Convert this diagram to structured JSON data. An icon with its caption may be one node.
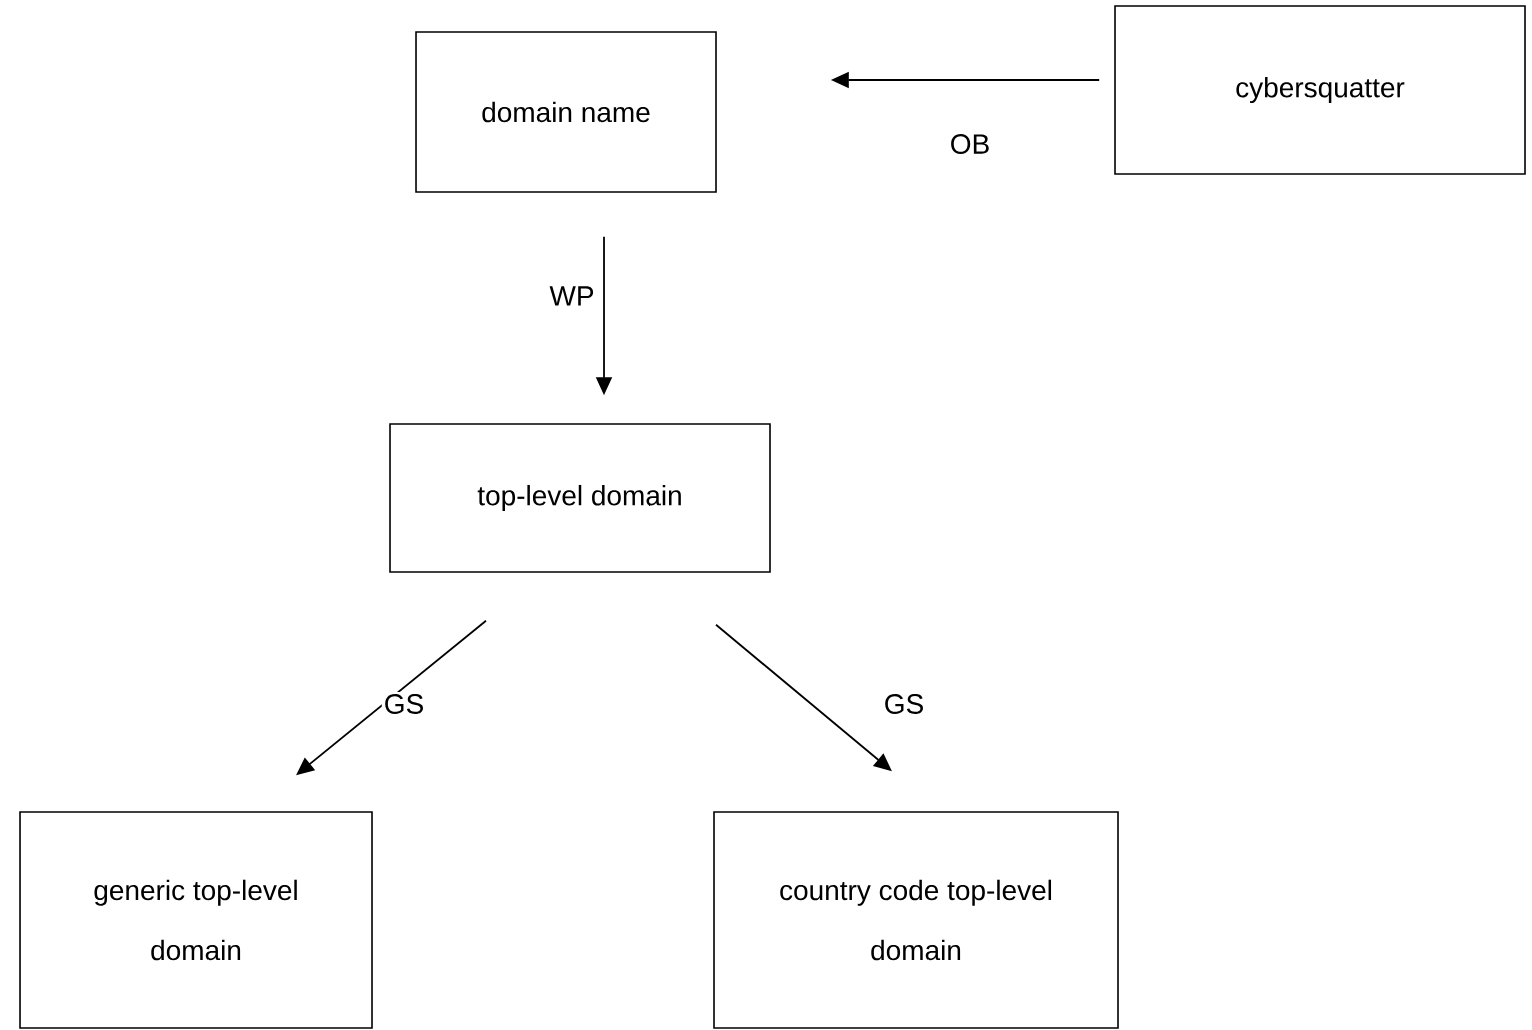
{
  "diagram": {
    "nodes": [
      {
        "text": [
          "domain name"
        ]
      },
      {
        "text": [
          "cybersquatter"
        ]
      },
      {
        "text": [
          "top-level domain"
        ]
      },
      {
        "text": [
          "generic top-level domain"
        ]
      },
      {
        "text": [
          "country code top-level domain"
        ]
      }
    ],
    "edges": [
      {
        "from": 1,
        "to": 0,
        "arrow": "to",
        "label": "OB"
      },
      {
        "from": 0,
        "to": 2,
        "arrow": "to",
        "label": "WP"
      },
      {
        "from": 2,
        "to": 3,
        "arrow": "to",
        "label": "GS"
      },
      {
        "from": 2,
        "to": 4,
        "arrow": "to",
        "label": "GS"
      }
    ]
  }
}
